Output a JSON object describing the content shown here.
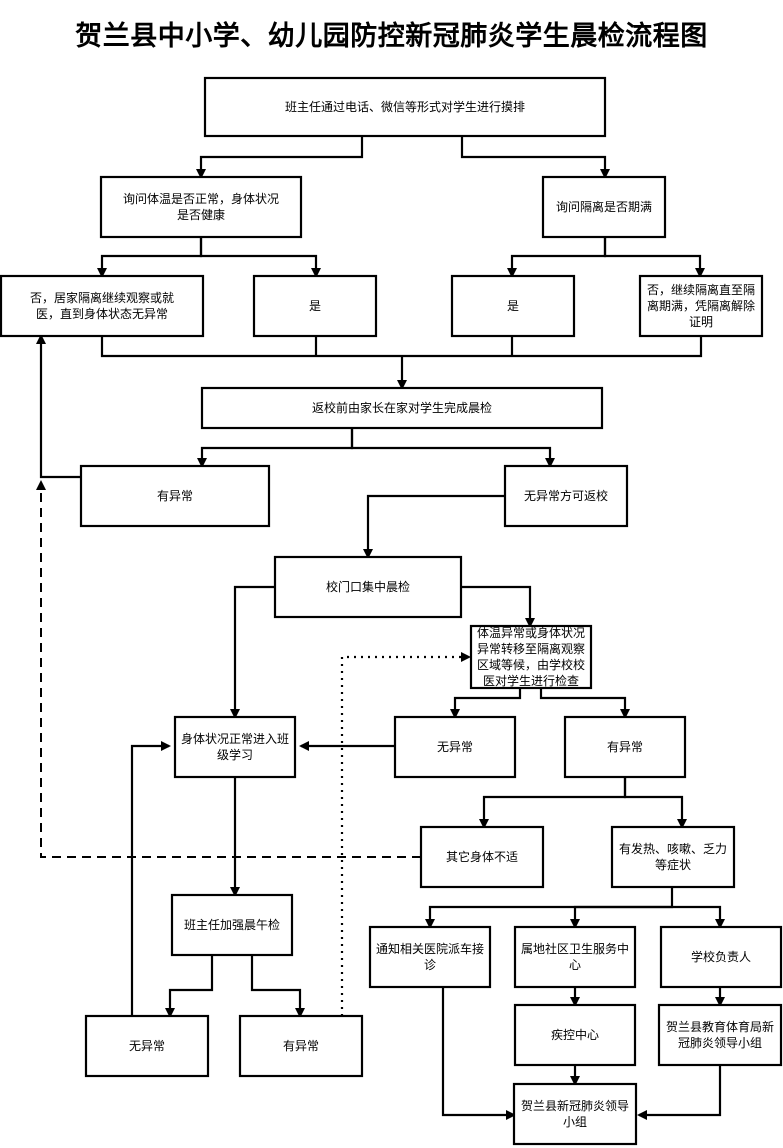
{
  "title": "贺兰县中小学、幼儿园防控新冠肺炎学生晨检流程图",
  "nodes": {
    "n1": [
      "班主任通过电话、微信等形式对学生进行摸排"
    ],
    "n2": [
      "询问体温是否正常，身体状况",
      "是否健康"
    ],
    "n3": [
      "询问隔离是否期满"
    ],
    "n4": [
      "否，居家隔离继续观察或就",
      "医，直到身体状态无异常"
    ],
    "n5": [
      "是"
    ],
    "n6": [
      "是"
    ],
    "n7": [
      "否，继续隔离直至隔",
      "离期满，凭隔离解除",
      "证明"
    ],
    "n8": [
      "返校前由家长在家对学生完成晨检"
    ],
    "n9": [
      "有异常"
    ],
    "n10": [
      "无异常方可返校"
    ],
    "n11": [
      "校门口集中晨检"
    ],
    "n12": [
      "体温异常或身体状况",
      "异常转移至隔离观察",
      "区域等候，由学校校",
      "医对学生进行检查"
    ],
    "n13": [
      "身体状况正常进入班",
      "级学习"
    ],
    "n14": [
      "无异常"
    ],
    "n15": [
      "有异常"
    ],
    "n16": [
      "其它身体不适"
    ],
    "n17": [
      "有发热、咳嗽、乏力",
      "等症状"
    ],
    "n18": [
      "班主任加强晨午检"
    ],
    "n19": [
      "通知相关医院派车接",
      "诊"
    ],
    "n20": [
      "属地社区卫生服务中",
      "心"
    ],
    "n21": [
      "学校负责人"
    ],
    "n22": [
      "疾控中心"
    ],
    "n23": [
      "贺兰县教育体育局新",
      "冠肺炎领导小组"
    ],
    "n24": [
      "无异常"
    ],
    "n25": [
      "有异常"
    ],
    "n26": [
      "贺兰县新冠肺炎领导",
      "小组"
    ]
  }
}
